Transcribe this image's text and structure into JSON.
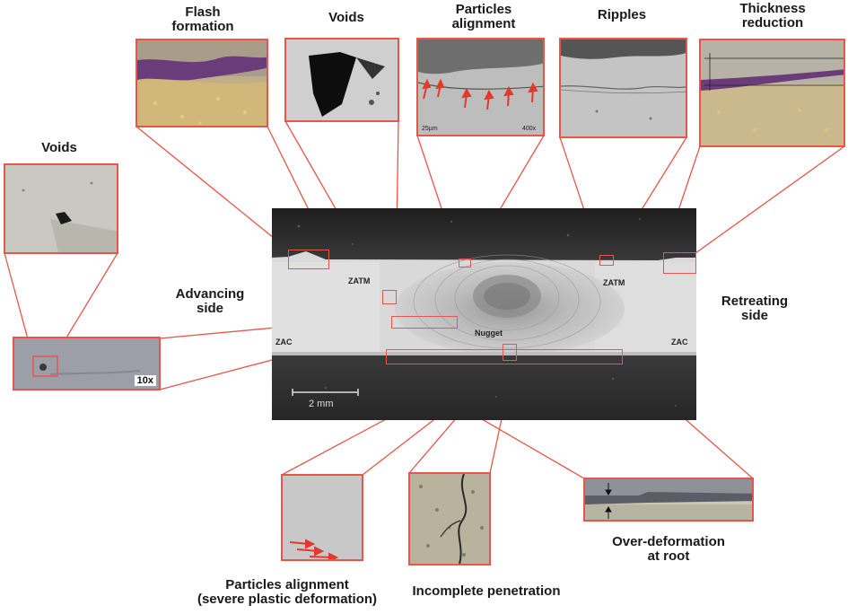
{
  "labels": {
    "flash_line1": "Flash",
    "flash_line2": "formation",
    "voids_top": "Voids",
    "particles_line1": "Particles",
    "particles_line2": "alignment",
    "ripples": "Ripples",
    "thickness_line1": "Thickness",
    "thickness_line2": "reduction",
    "voids_left": "Voids",
    "advancing_line1": "Advancing",
    "advancing_line2": "side",
    "retreating_line1": "Retreating",
    "retreating_line2": "side",
    "bottom_particles_line1": "Particles alignment",
    "bottom_particles_line2": "(severe plastic deformation)",
    "incomplete_penetration": "Incomplete penetration",
    "overdeformation_line1": "Over-deformation",
    "overdeformation_line2": "at root"
  },
  "weld_labels": {
    "zatm_left": "ZATM",
    "zatm_right": "ZATM",
    "zac_left": "ZAC",
    "zac_right": "ZAC",
    "nugget": "Nugget",
    "scale": "2 mm"
  },
  "inset_labels": {
    "magnification_10x": "10x",
    "magnification_400x": "400x",
    "scale_25um": "25µm"
  },
  "colors": {
    "callout": "#e8554a",
    "arrow": "#e03a2e"
  }
}
